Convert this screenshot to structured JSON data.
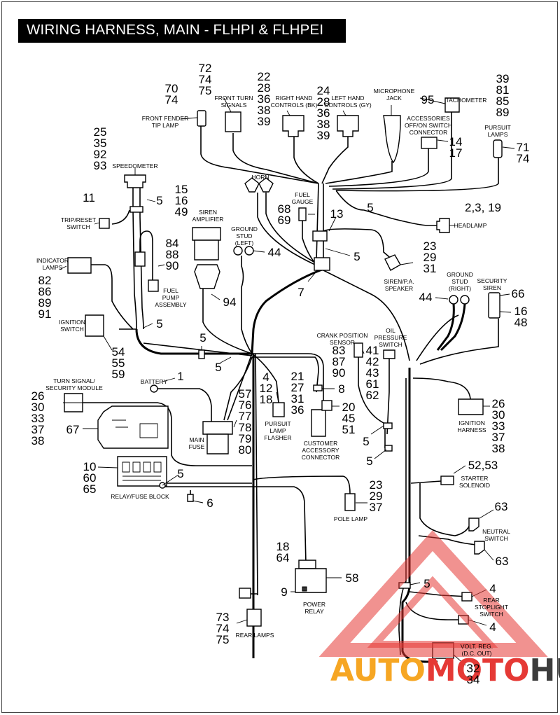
{
  "title": "WIRING HARNESS, MAIN - FLHPI & FLHPEI",
  "labels": {
    "front_fender_tip_lamp": [
      "FRONT FENDER",
      "TIP LAMP"
    ],
    "front_turn_signals": [
      "FRONT TURN",
      "SIGNALS"
    ],
    "right_hand_controls": [
      "RIGHT HAND",
      "CONTROLS (BK)"
    ],
    "left_hand_controls": [
      "LEFT HAND",
      "CONTROLS (GY)"
    ],
    "microphone_jack": [
      "MICROPHONE",
      "JACK"
    ],
    "tachometer": [
      "TACHOMETER"
    ],
    "accessories_switch": [
      "ACCESSORIES",
      "OFF/ON SWITCH",
      "CONNECTOR"
    ],
    "pursuit_lamps": [
      "PURSUIT",
      "LAMPS"
    ],
    "speedometer": [
      "SPEEDOMETER"
    ],
    "trip_reset_switch": [
      "TRIP/RESET",
      "SWITCH"
    ],
    "horn": [
      "HORN"
    ],
    "fuel_gauge": [
      "FUEL",
      "GAUGE"
    ],
    "headlamp": [
      "HEADLAMP"
    ],
    "siren_amplifier": [
      "SIREN",
      "AMPLIFIER"
    ],
    "ground_stud_left": [
      "GROUND",
      "STUD",
      "(LEFT)"
    ],
    "indicator_lamps": [
      "INDICATOR",
      "LAMPS"
    ],
    "fuel_pump_assembly": [
      "FUEL",
      "PUMP",
      "ASSEMBLY"
    ],
    "siren_pa_speaker": [
      "SIREN/P.A.",
      "SPEAKER"
    ],
    "ground_stud_right": [
      "GROUND",
      "STUD",
      "(RIGHT)"
    ],
    "security_siren": [
      "SECURITY",
      "SIREN"
    ],
    "ignition_switch": [
      "IGNITION",
      "SWITCH"
    ],
    "crank_position_sensor": [
      "CRANK POSITION",
      "SENSOR"
    ],
    "oil_pressure_switch": [
      "OIL",
      "PRESSURE",
      "SWITCH"
    ],
    "turn_signal_module": [
      "TURN SIGNAL/",
      "SECURITY MODULE"
    ],
    "battery": [
      "BATTERY"
    ],
    "main_fuse": [
      "MAIN",
      "FUSE"
    ],
    "pursuit_lamp_flasher": [
      "PURSUIT",
      "LAMP",
      "FLASHER"
    ],
    "customer_accessory_connector": [
      "CUSTOMER",
      "ACCESSORY",
      "CONNECTOR"
    ],
    "ignition_harness": [
      "IGNITION",
      "HARNESS"
    ],
    "relay_fuse_block": [
      "RELAY/FUSE BLOCK"
    ],
    "starter_solenoid": [
      "STARTER",
      "SOLENOID"
    ],
    "pole_lamp": [
      "POLE LAMP"
    ],
    "neutral_switch": [
      "NEUTRAL",
      "SWITCH"
    ],
    "power_relay": [
      "POWER",
      "RELAY"
    ],
    "rear_stoplight_switch": [
      "REAR",
      "STOPLIGHT",
      "SWITCH"
    ],
    "rear_lamps": [
      "REAR LAMPS"
    ],
    "volt_reg": [
      "VOLT. REG.",
      "(D.C. OUT)"
    ]
  },
  "callouts": {
    "c72": [
      "72",
      "74",
      "75"
    ],
    "c70": [
      "70",
      "74"
    ],
    "c22": [
      "22",
      "28",
      "36",
      "38",
      "39"
    ],
    "c24": [
      "24",
      "28",
      "36",
      "38",
      "39"
    ],
    "c95": [
      "95"
    ],
    "c39": [
      "39",
      "81",
      "85",
      "89"
    ],
    "c14": [
      "14",
      "17"
    ],
    "c71": [
      "71",
      "74"
    ],
    "c25": [
      "25",
      "35",
      "92",
      "93"
    ],
    "c11": [
      "11"
    ],
    "c5a": [
      "5"
    ],
    "c15": [
      "15",
      "16",
      "49"
    ],
    "c68": [
      "68",
      "69"
    ],
    "c13": [
      "13"
    ],
    "c5b": [
      "5"
    ],
    "c2": [
      "2,3, 19"
    ],
    "c84": [
      "84",
      "88",
      "90"
    ],
    "c44a": [
      "44"
    ],
    "c5c": [
      "5"
    ],
    "c23a": [
      "23",
      "29",
      "31"
    ],
    "c82": [
      "82",
      "86",
      "89",
      "91"
    ],
    "c7": [
      "7"
    ],
    "c94": [
      "94"
    ],
    "c44b": [
      "44"
    ],
    "c66": [
      "66"
    ],
    "c16": [
      "16",
      "48"
    ],
    "c5d": [
      "5"
    ],
    "c5e": [
      "5"
    ],
    "c54": [
      "54",
      "55",
      "59"
    ],
    "c5f": [
      "5"
    ],
    "c83": [
      "83",
      "87",
      "90"
    ],
    "c41": [
      "41",
      "42",
      "43",
      "61",
      "62"
    ],
    "c1": [
      "1"
    ],
    "c4": [
      "4",
      "12",
      "18"
    ],
    "c57": [
      "57",
      "76",
      "77",
      "78",
      "79",
      "80"
    ],
    "c21": [
      "21",
      "27",
      "31",
      "36"
    ],
    "c8": [
      "8"
    ],
    "c20": [
      "20",
      "45",
      "51"
    ],
    "c26a": [
      "26",
      "30",
      "33",
      "37",
      "38"
    ],
    "c67": [
      "67"
    ],
    "c26b": [
      "26",
      "30",
      "33",
      "37",
      "38"
    ],
    "c5g": [
      "5"
    ],
    "c5h": [
      "5"
    ],
    "c10": [
      "10",
      "60",
      "65"
    ],
    "c5i": [
      "5"
    ],
    "c52": [
      "52,53"
    ],
    "c6": [
      "6"
    ],
    "c23b": [
      "23",
      "29",
      "37"
    ],
    "c63a": [
      "63"
    ],
    "c63b": [
      "63"
    ],
    "c18": [
      "18",
      "64"
    ],
    "c58": [
      "58"
    ],
    "c9": [
      "9"
    ],
    "c5j": [
      "5"
    ],
    "c4b": [
      "4"
    ],
    "c4c": [
      "4"
    ],
    "c73": [
      "73",
      "74",
      "75"
    ],
    "c32": [
      "32",
      "34"
    ]
  },
  "watermark": {
    "auto": "AUTO",
    "moto": "MOTO",
    "hub": "HUB",
    "colors": {
      "red": "#e53935",
      "orange": "#f6a623",
      "gray": "#3c3c3c"
    }
  }
}
